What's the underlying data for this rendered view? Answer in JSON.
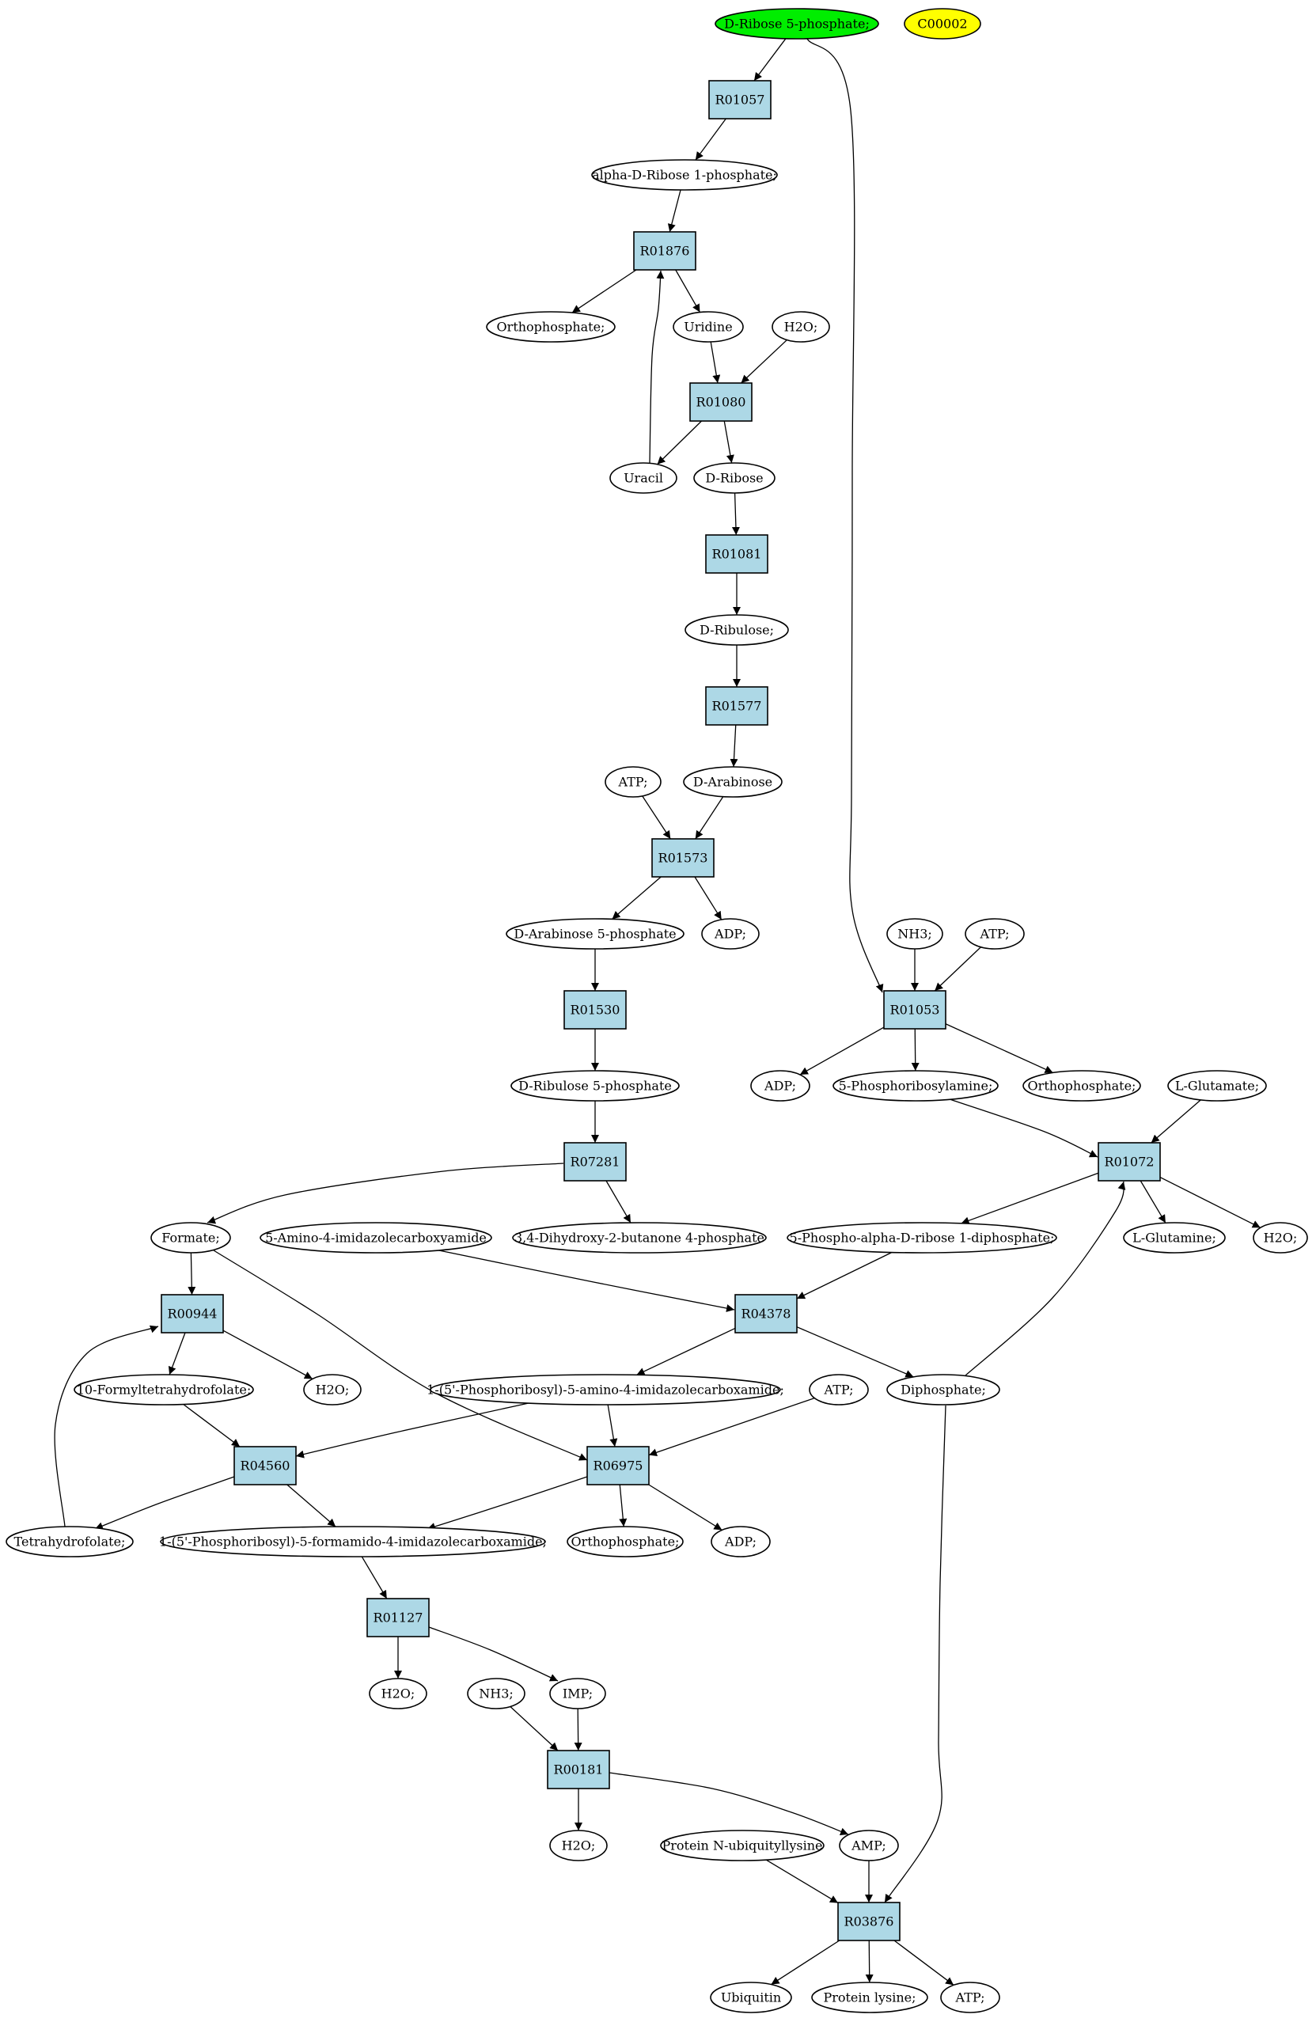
{
  "colors": {
    "compound": "#ffffff",
    "reaction": "#add8e6",
    "start": "#00ee00",
    "highlight": "#ffff00",
    "stroke": "#000000"
  },
  "nodes": [
    {
      "id": "c_r5p",
      "kind": "compound",
      "label": "D-Ribose 5-phosphate;",
      "fill": "start"
    },
    {
      "id": "c00002",
      "kind": "compound",
      "label": "C00002",
      "fill": "highlight"
    },
    {
      "id": "R01057",
      "kind": "reaction",
      "label": "R01057"
    },
    {
      "id": "c_adr1p",
      "kind": "compound",
      "label": "alpha-D-Ribose 1-phosphate;"
    },
    {
      "id": "R01876",
      "kind": "reaction",
      "label": "R01876"
    },
    {
      "id": "c_pi1",
      "kind": "compound",
      "label": "Orthophosphate;"
    },
    {
      "id": "c_uridine",
      "kind": "compound",
      "label": "Uridine"
    },
    {
      "id": "c_h2o1",
      "kind": "compound",
      "label": "H2O;"
    },
    {
      "id": "R01080",
      "kind": "reaction",
      "label": "R01080"
    },
    {
      "id": "c_uracil",
      "kind": "compound",
      "label": "Uracil"
    },
    {
      "id": "c_dribose",
      "kind": "compound",
      "label": "D-Ribose"
    },
    {
      "id": "R01081",
      "kind": "reaction",
      "label": "R01081"
    },
    {
      "id": "c_dribulose",
      "kind": "compound",
      "label": "D-Ribulose;"
    },
    {
      "id": "R01577",
      "kind": "reaction",
      "label": "R01577"
    },
    {
      "id": "c_atp1",
      "kind": "compound",
      "label": "ATP;"
    },
    {
      "id": "c_darab",
      "kind": "compound",
      "label": "D-Arabinose"
    },
    {
      "id": "R01573",
      "kind": "reaction",
      "label": "R01573"
    },
    {
      "id": "c_darab5p",
      "kind": "compound",
      "label": "D-Arabinose 5-phosphate"
    },
    {
      "id": "c_adp1",
      "kind": "compound",
      "label": "ADP;"
    },
    {
      "id": "R01530",
      "kind": "reaction",
      "label": "R01530"
    },
    {
      "id": "c_dribu5p",
      "kind": "compound",
      "label": "D-Ribulose 5-phosphate"
    },
    {
      "id": "R07281",
      "kind": "reaction",
      "label": "R07281"
    },
    {
      "id": "c_formate",
      "kind": "compound",
      "label": "Formate;"
    },
    {
      "id": "c_aica",
      "kind": "compound",
      "label": "5-Amino-4-imidazolecarboxyamide"
    },
    {
      "id": "c_dhbp",
      "kind": "compound",
      "label": "3,4-Dihydroxy-2-butanone 4-phosphate"
    },
    {
      "id": "c_nh3a",
      "kind": "compound",
      "label": "NH3;"
    },
    {
      "id": "c_atp2",
      "kind": "compound",
      "label": "ATP;"
    },
    {
      "id": "R01053",
      "kind": "reaction",
      "label": "R01053"
    },
    {
      "id": "c_adp2",
      "kind": "compound",
      "label": "ADP;"
    },
    {
      "id": "c_5pra",
      "kind": "compound",
      "label": "5-Phosphoribosylamine;"
    },
    {
      "id": "c_pi2",
      "kind": "compound",
      "label": "Orthophosphate;"
    },
    {
      "id": "c_lglu",
      "kind": "compound",
      "label": "L-Glutamate;"
    },
    {
      "id": "R01072",
      "kind": "reaction",
      "label": "R01072"
    },
    {
      "id": "c_prpp",
      "kind": "compound",
      "label": "5-Phospho-alpha-D-ribose 1-diphosphate;"
    },
    {
      "id": "c_lgln",
      "kind": "compound",
      "label": "L-Glutamine;"
    },
    {
      "id": "c_h2o2",
      "kind": "compound",
      "label": "H2O;"
    },
    {
      "id": "R00944",
      "kind": "reaction",
      "label": "R00944"
    },
    {
      "id": "R04378",
      "kind": "reaction",
      "label": "R04378"
    },
    {
      "id": "c_10fthf",
      "kind": "compound",
      "label": "10-Formyltetrahydrofolate;"
    },
    {
      "id": "c_h2o3",
      "kind": "compound",
      "label": "H2O;"
    },
    {
      "id": "c_aicar",
      "kind": "compound",
      "label": "1-(5'-Phosphoribosyl)-5-amino-4-imidazolecarboxamide;"
    },
    {
      "id": "c_atp3",
      "kind": "compound",
      "label": "ATP;"
    },
    {
      "id": "c_ppi",
      "kind": "compound",
      "label": "Diphosphate;"
    },
    {
      "id": "R04560",
      "kind": "reaction",
      "label": "R04560"
    },
    {
      "id": "R06975",
      "kind": "reaction",
      "label": "R06975"
    },
    {
      "id": "c_thf",
      "kind": "compound",
      "label": "Tetrahydrofolate;"
    },
    {
      "id": "c_faicar",
      "kind": "compound",
      "label": "1-(5'-Phosphoribosyl)-5-formamido-4-imidazolecarboxamide;"
    },
    {
      "id": "c_pi3",
      "kind": "compound",
      "label": "Orthophosphate;"
    },
    {
      "id": "c_adp3",
      "kind": "compound",
      "label": "ADP;"
    },
    {
      "id": "R01127",
      "kind": "reaction",
      "label": "R01127"
    },
    {
      "id": "c_h2o4",
      "kind": "compound",
      "label": "H2O;"
    },
    {
      "id": "c_nh3b",
      "kind": "compound",
      "label": "NH3;"
    },
    {
      "id": "c_imp",
      "kind": "compound",
      "label": "IMP;"
    },
    {
      "id": "R00181",
      "kind": "reaction",
      "label": "R00181"
    },
    {
      "id": "c_h2o5",
      "kind": "compound",
      "label": "H2O;"
    },
    {
      "id": "c_pnub",
      "kind": "compound",
      "label": "Protein N-ubiquityllysine"
    },
    {
      "id": "c_amp",
      "kind": "compound",
      "label": "AMP;"
    },
    {
      "id": "R03876",
      "kind": "reaction",
      "label": "R03876"
    },
    {
      "id": "c_ub",
      "kind": "compound",
      "label": "Ubiquitin"
    },
    {
      "id": "c_plys",
      "kind": "compound",
      "label": "Protein lysine;"
    },
    {
      "id": "c_atp4",
      "kind": "compound",
      "label": "ATP;"
    }
  ],
  "edges": [
    [
      "c_r5p",
      "R01057"
    ],
    [
      "R01057",
      "c_adr1p"
    ],
    [
      "c_adr1p",
      "R01876"
    ],
    [
      "R01876",
      "c_pi1"
    ],
    [
      "R01876",
      "c_uridine"
    ],
    [
      "c_uridine",
      "R01080"
    ],
    [
      "c_h2o1",
      "R01080"
    ],
    [
      "R01080",
      "c_uracil"
    ],
    [
      "R01080",
      "c_dribose"
    ],
    [
      "c_uracil",
      "R01876"
    ],
    [
      "c_dribose",
      "R01081"
    ],
    [
      "R01081",
      "c_dribulose"
    ],
    [
      "c_dribulose",
      "R01577"
    ],
    [
      "R01577",
      "c_darab"
    ],
    [
      "c_atp1",
      "R01573"
    ],
    [
      "c_darab",
      "R01573"
    ],
    [
      "R01573",
      "c_darab5p"
    ],
    [
      "R01573",
      "c_adp1"
    ],
    [
      "c_darab5p",
      "R01530"
    ],
    [
      "R01530",
      "c_dribu5p"
    ],
    [
      "c_dribu5p",
      "R07281"
    ],
    [
      "R07281",
      "c_formate"
    ],
    [
      "R07281",
      "c_dhbp"
    ],
    [
      "c_r5p",
      "R01053"
    ],
    [
      "c_nh3a",
      "R01053"
    ],
    [
      "c_atp2",
      "R01053"
    ],
    [
      "R01053",
      "c_adp2"
    ],
    [
      "R01053",
      "c_5pra"
    ],
    [
      "R01053",
      "c_pi2"
    ],
    [
      "c_5pra",
      "R01072"
    ],
    [
      "c_lglu",
      "R01072"
    ],
    [
      "R01072",
      "c_prpp"
    ],
    [
      "R01072",
      "c_lgln"
    ],
    [
      "R01072",
      "c_h2o2"
    ],
    [
      "c_ppi",
      "R01072"
    ],
    [
      "c_formate",
      "R00944"
    ],
    [
      "c_formate",
      "R06975"
    ],
    [
      "c_aica",
      "R04378"
    ],
    [
      "c_prpp",
      "R04378"
    ],
    [
      "R04378",
      "c_aicar"
    ],
    [
      "R04378",
      "c_ppi"
    ],
    [
      "R00944",
      "c_10fthf"
    ],
    [
      "R00944",
      "c_h2o3"
    ],
    [
      "c_10fthf",
      "R04560"
    ],
    [
      "c_aicar",
      "R04560"
    ],
    [
      "c_aicar",
      "R06975"
    ],
    [
      "c_atp3",
      "R06975"
    ],
    [
      "R04560",
      "c_thf"
    ],
    [
      "R04560",
      "c_faicar"
    ],
    [
      "c_thf",
      "R00944"
    ],
    [
      "R06975",
      "c_faicar"
    ],
    [
      "R06975",
      "c_pi3"
    ],
    [
      "R06975",
      "c_adp3"
    ],
    [
      "c_faicar",
      "R01127"
    ],
    [
      "R01127",
      "c_h2o4"
    ],
    [
      "R01127",
      "c_imp"
    ],
    [
      "c_nh3b",
      "R00181"
    ],
    [
      "c_imp",
      "R00181"
    ],
    [
      "R00181",
      "c_h2o5"
    ],
    [
      "R00181",
      "c_amp"
    ],
    [
      "c_pnub",
      "R03876"
    ],
    [
      "c_amp",
      "R03876"
    ],
    [
      "c_ppi",
      "R03876"
    ],
    [
      "R03876",
      "c_ub"
    ],
    [
      "R03876",
      "c_plys"
    ],
    [
      "R03876",
      "c_atp4"
    ]
  ]
}
